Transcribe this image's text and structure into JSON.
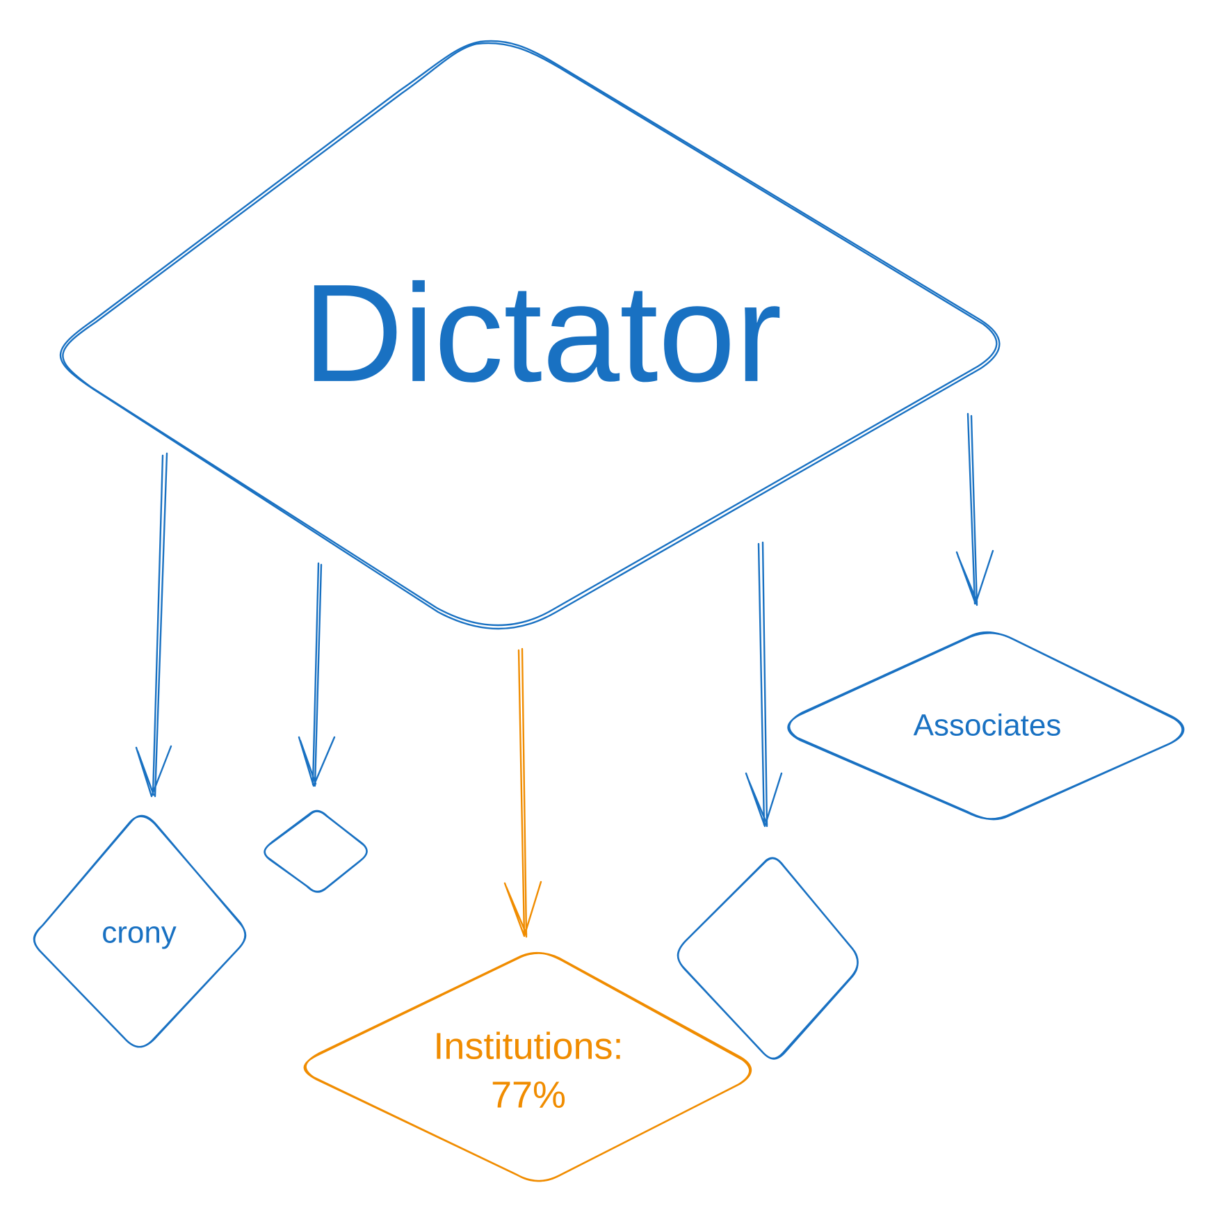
{
  "colors": {
    "primary": "#1971c2",
    "accent": "#f08c00",
    "background": "#ffffff"
  },
  "nodes": {
    "dictator": {
      "label": "Dictator"
    },
    "crony": {
      "label": "crony"
    },
    "institutions": {
      "label_line1": "Institutions:",
      "label_line2": "77%"
    },
    "associates": {
      "label": "Associates"
    }
  }
}
